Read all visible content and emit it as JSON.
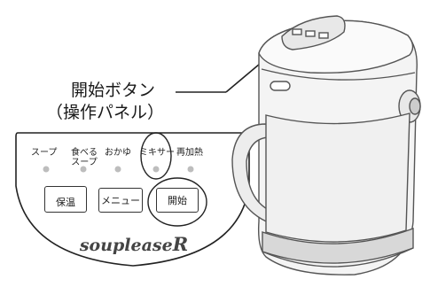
{
  "callout": {
    "line1": "開始ボタン",
    "line2": "（操作パネル）"
  },
  "panel": {
    "mode_labels": [
      {
        "top": "スープ",
        "bottom": ""
      },
      {
        "top": "食べる",
        "bottom": "スープ"
      },
      {
        "top": "おかゆ",
        "bottom": ""
      },
      {
        "top": "ミキサー",
        "bottom": ""
      },
      {
        "top": "再加熱",
        "bottom": ""
      }
    ],
    "buttons": {
      "keep_warm": "保温",
      "menu": "メニュー",
      "start": "開始"
    },
    "brand": "souplease",
    "brand_mark": "R"
  }
}
